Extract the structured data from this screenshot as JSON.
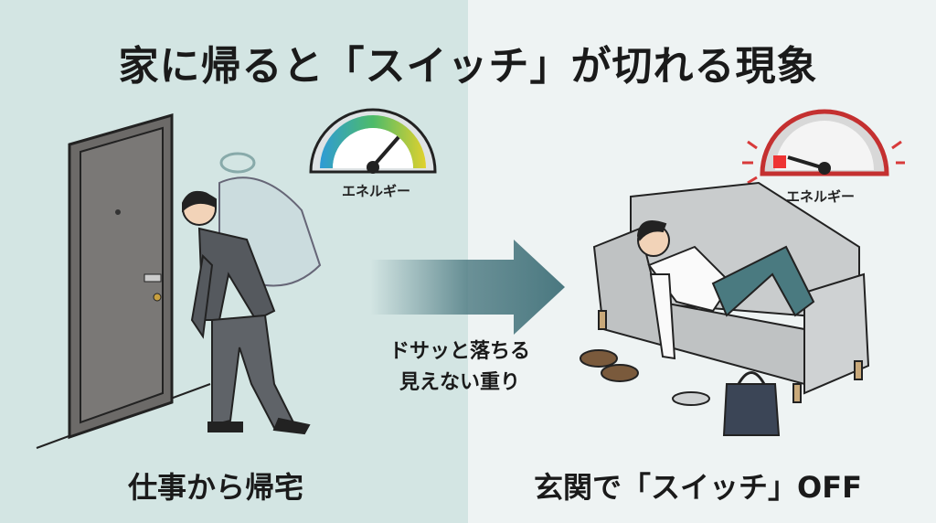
{
  "title": "家に帰ると「スイッチ」が切れる現象",
  "left": {
    "caption": "仕事から帰宅",
    "gauge_label": "エネルギー",
    "gauge_level": 0.75
  },
  "right": {
    "caption": "玄関で「スイッチ」OFF",
    "gauge_label": "エネルギー",
    "gauge_level": 0.08
  },
  "arrow_text": {
    "line1": "ドサッと落ちる",
    "line2": "見えない重り"
  },
  "colors": {
    "left_bg": "#d3e5e3",
    "right_bg": "#eef3f3",
    "arrow": "#4a7880",
    "alert": "#d83a3a"
  }
}
